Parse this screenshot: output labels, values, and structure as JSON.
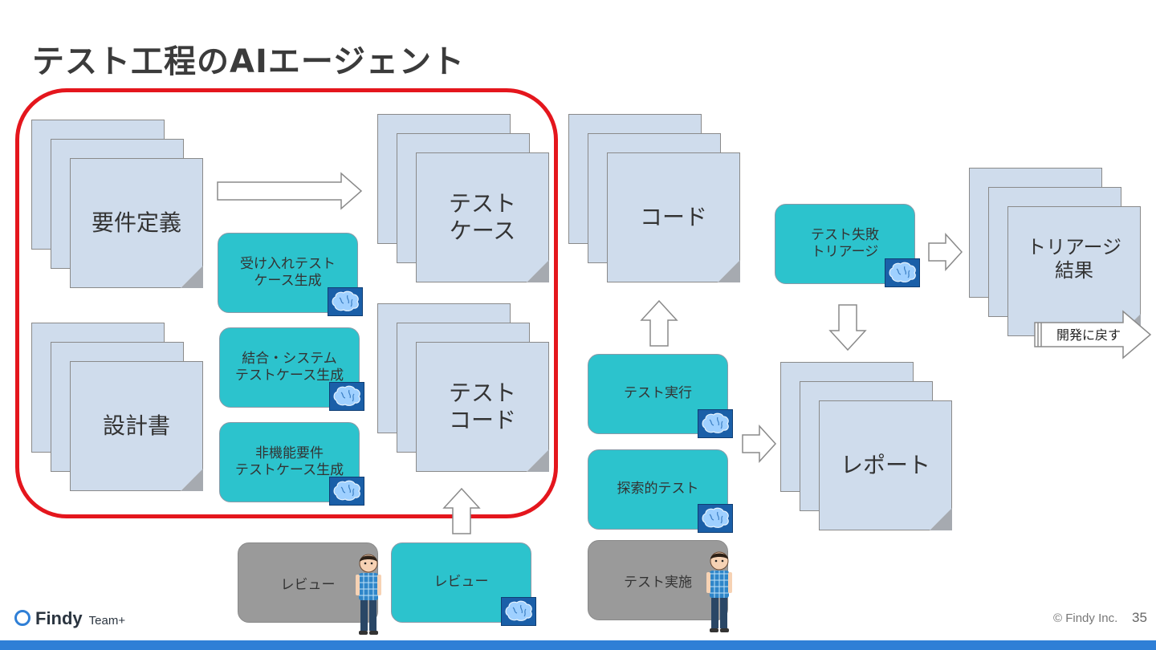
{
  "title": "テスト工程のAIエージェント",
  "documents": {
    "requirements": "要件定義",
    "design": "設計書",
    "test_case": "テスト\nケース",
    "test_code": "テスト\nコード",
    "code": "コード",
    "report": "レポート",
    "triage_result": "トリアージ\n結果"
  },
  "agents": {
    "acceptance": "受け入れテスト\nケース生成",
    "integration": "結合・システム\nテストケース生成",
    "nonfunctional": "非機能要件\nテストケース生成",
    "review_ai": "レビュー",
    "test_run": "テスト実行",
    "exploratory": "探索的テスト",
    "triage": "テスト失敗\nトリアージ"
  },
  "human_tasks": {
    "review_human": "レビュー",
    "test_manual": "テスト実施"
  },
  "return_label": "開発に戻す",
  "footer": {
    "brand": "Findy",
    "product": "Team+",
    "copyright": "© Findy Inc.",
    "page": "35"
  },
  "colors": {
    "document": "#cfdcec",
    "agent": "#2cc3cd",
    "human": "#9a9a9a",
    "frame": "#e4161d",
    "accent": "#2f7fd6"
  }
}
